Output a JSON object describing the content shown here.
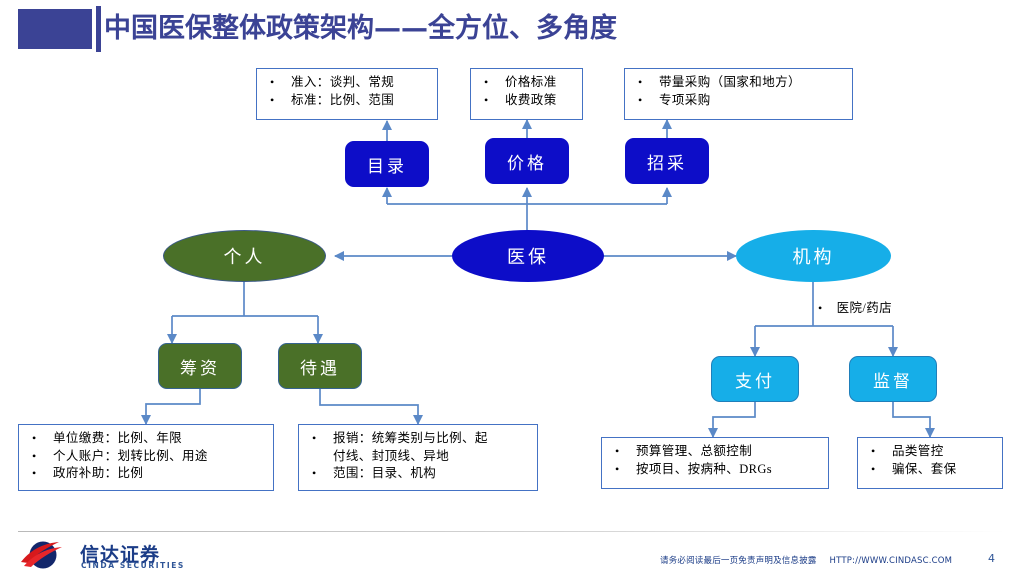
{
  "header": {
    "title": "中国医保整体政策架构——全方位、多角度",
    "accent_color": "#3b4395"
  },
  "diagram": {
    "top_boxes": [
      {
        "name": "catalog-detail-box",
        "items": [
          "准入：谈判、常规",
          "标准：比例、范围"
        ]
      },
      {
        "name": "price-detail-box",
        "items": [
          "价格标准",
          "收费政策"
        ]
      },
      {
        "name": "procurement-detail-box",
        "items": [
          "带量采购（国家和地方）",
          "专项采购"
        ]
      }
    ],
    "policy_nodes": [
      {
        "name": "catalog-node",
        "label": "目录",
        "color": "#0d0dc8"
      },
      {
        "name": "price-node",
        "label": "价格",
        "color": "#0d0dc8"
      },
      {
        "name": "procurement-node",
        "label": "招采",
        "color": "#0d0dc8"
      }
    ],
    "center_node": {
      "label": "医保",
      "color": "#0d0dc8"
    },
    "left_node": {
      "label": "个人",
      "color": "#4a7028"
    },
    "right_node": {
      "label": "机构",
      "color": "#16aee8"
    },
    "right_note": {
      "bullet": "•",
      "label": "医院/药店"
    },
    "left_children": [
      {
        "name": "funding-node",
        "label": "筹资",
        "color": "#4a7028"
      },
      {
        "name": "benefit-node",
        "label": "待遇",
        "color": "#4a7028"
      }
    ],
    "right_children": [
      {
        "name": "payment-node",
        "label": "支付",
        "color": "#16aee8"
      },
      {
        "name": "supervision-node",
        "label": "监督",
        "color": "#16aee8"
      }
    ],
    "bottom_boxes": [
      {
        "name": "funding-detail-box",
        "items": [
          {
            "text": "单位缴费：比例、年限"
          },
          {
            "text": "个人账户：划转比例、用途"
          },
          {
            "text": "政府补助：比例"
          }
        ]
      },
      {
        "name": "benefit-detail-box",
        "items": [
          {
            "text": "报销：统筹类别与比例、起",
            "cont": "付线、封顶线、异地"
          },
          {
            "text": "范围：目录、机构"
          }
        ]
      },
      {
        "name": "payment-detail-box",
        "items": [
          {
            "text": "预算管理、总额控制"
          },
          {
            "text": "按项目、按病种、DRGs"
          }
        ]
      },
      {
        "name": "supervision-detail-box",
        "items": [
          {
            "text": "品类管控"
          },
          {
            "text": "骗保、套保"
          }
        ]
      }
    ],
    "bullet_glyph": "•",
    "connector_color": "#5b89c7"
  },
  "footer": {
    "logo_cn": "信达证券",
    "logo_en": "CINDA SECURITIES",
    "disclaimer": "请务必阅读最后一页免责声明及信息披露",
    "url": "HTTP://WWW.CINDASC.COM",
    "page_number": "4"
  }
}
